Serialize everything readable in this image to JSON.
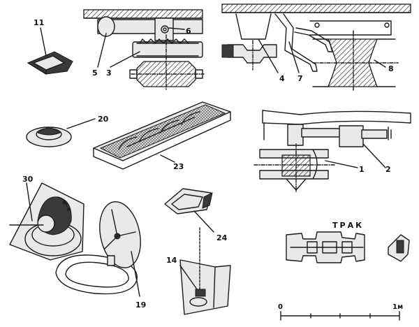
{
  "labels": {
    "l11": "11",
    "l5": "5",
    "l3": "3",
    "l6": "6",
    "l4": "4",
    "l7": "7",
    "l8": "8",
    "l20": "20",
    "l23": "23",
    "l1": "1",
    "l2": "2",
    "l30": "30",
    "l24": "24",
    "l14": "14",
    "l19": "19"
  },
  "track_title": "ТРАК",
  "scale": {
    "start": "0",
    "end": "1м"
  }
}
